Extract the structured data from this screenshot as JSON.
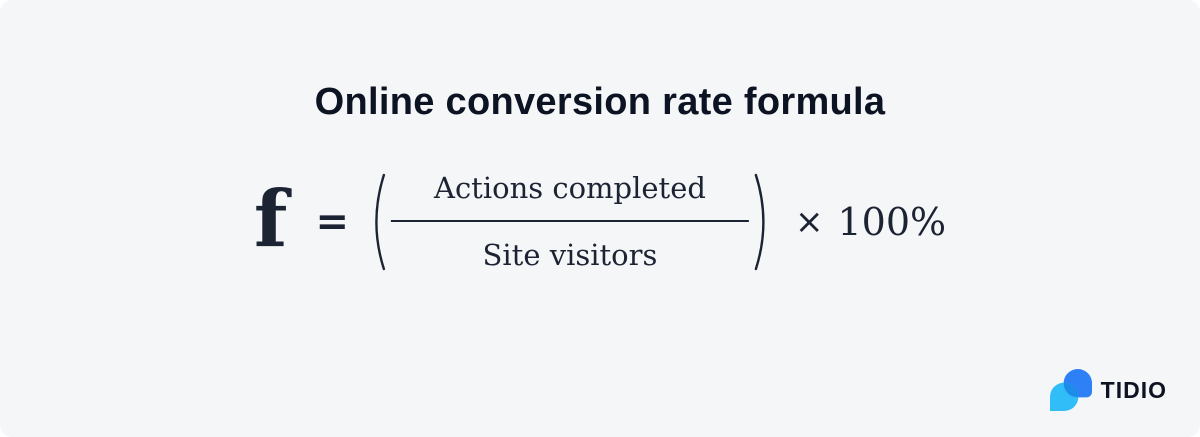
{
  "panel": {
    "background_color": "#f5f6f8"
  },
  "title": {
    "text": "Online conversion rate formula",
    "color": "#0c1322"
  },
  "formula": {
    "variable": "f",
    "equals": "=",
    "numerator": "Actions completed",
    "denominator": "Site visitors",
    "multiply": "×",
    "multiplier": "100%",
    "text_color": "#1c2433"
  },
  "logo": {
    "text": "TIDIO",
    "colors": {
      "dark_bubble": "#2e80f6",
      "light_bubble": "#31bdf8",
      "overlap": "#1d8be8",
      "text": "#0e1322"
    }
  }
}
